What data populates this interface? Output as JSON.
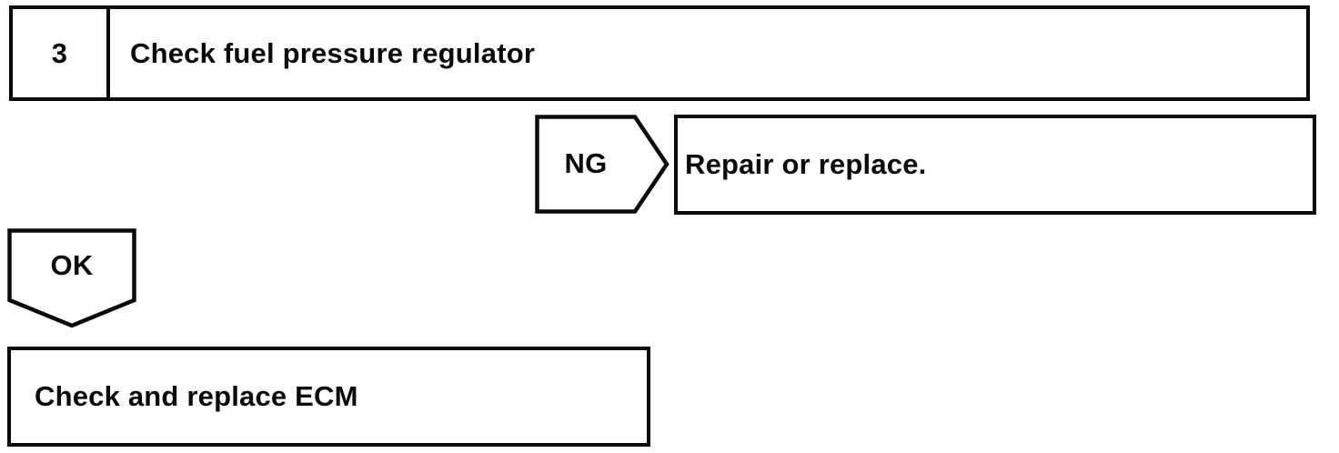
{
  "flowchart": {
    "step": {
      "number": "3",
      "title": "Check fuel pressure regulator"
    },
    "ng_branch": {
      "label": "NG",
      "action": "Repair or replace."
    },
    "ok_branch": {
      "label": "OK",
      "action": "Check and replace ECM"
    },
    "colors": {
      "line": "#0a0a0a",
      "background": "#ffffff"
    }
  }
}
